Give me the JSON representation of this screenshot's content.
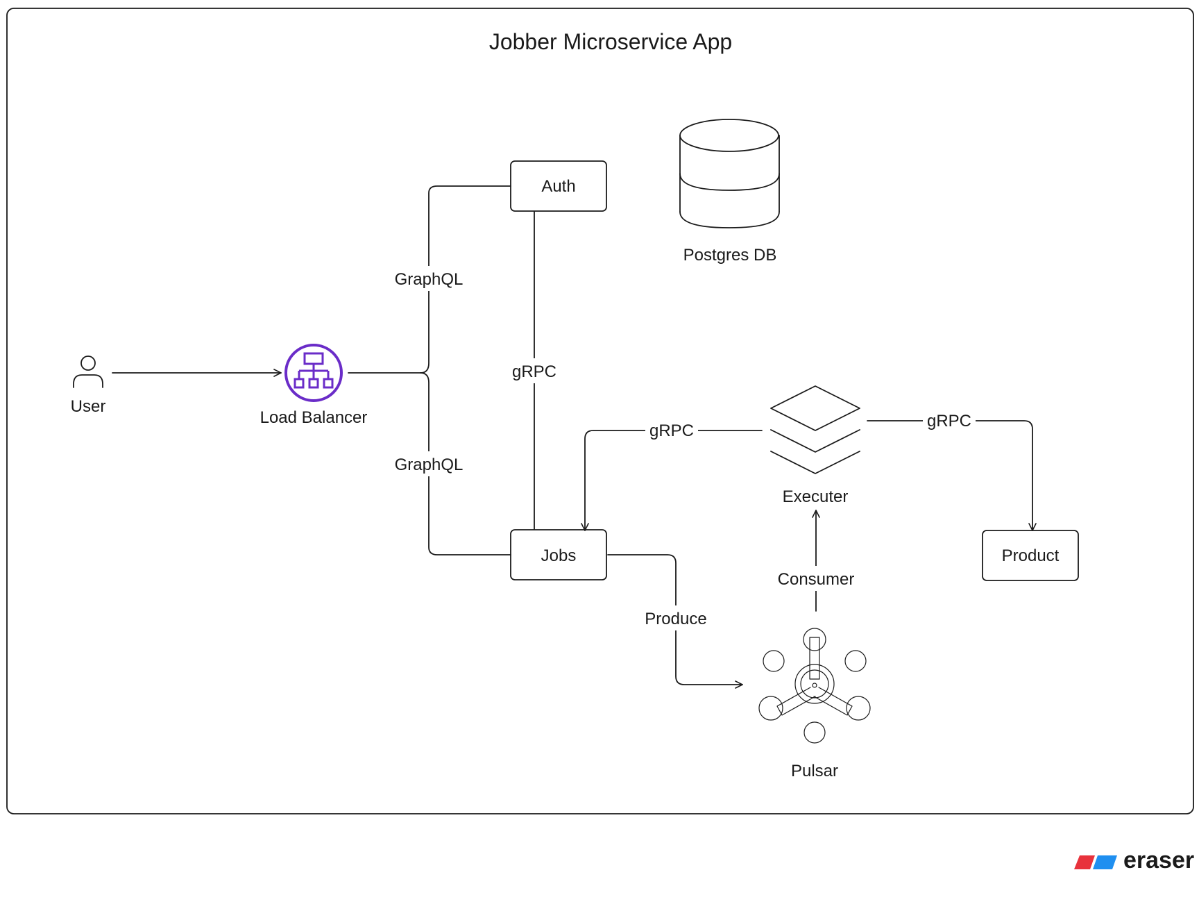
{
  "diagram": {
    "title": "Jobber Microservice App",
    "nodes": {
      "user": {
        "label": "User",
        "icon": "user-icon"
      },
      "load_balancer": {
        "label": "Load Balancer",
        "icon": "load-balancer-icon",
        "color": "#6a2cc8"
      },
      "auth": {
        "label": "Auth"
      },
      "jobs": {
        "label": "Jobs"
      },
      "postgres": {
        "label": "Postgres DB",
        "icon": "database-icon"
      },
      "executer": {
        "label": "Executer",
        "icon": "layers-icon"
      },
      "product": {
        "label": "Product"
      },
      "pulsar": {
        "label": "Pulsar",
        "icon": "pulsar-icon"
      }
    },
    "edges": {
      "lb_auth": {
        "label": "GraphQL"
      },
      "lb_jobs": {
        "label": "GraphQL"
      },
      "auth_jobs": {
        "label": "gRPC"
      },
      "executer_jobs": {
        "label": "gRPC"
      },
      "executer_product": {
        "label": "gRPC"
      },
      "jobs_pulsar": {
        "label": "Produce"
      },
      "pulsar_executer": {
        "label": "Consumer"
      }
    }
  },
  "branding": {
    "logo_text": "eraser",
    "colors": {
      "red": "#e8323c",
      "blue": "#1f8ff0"
    }
  }
}
